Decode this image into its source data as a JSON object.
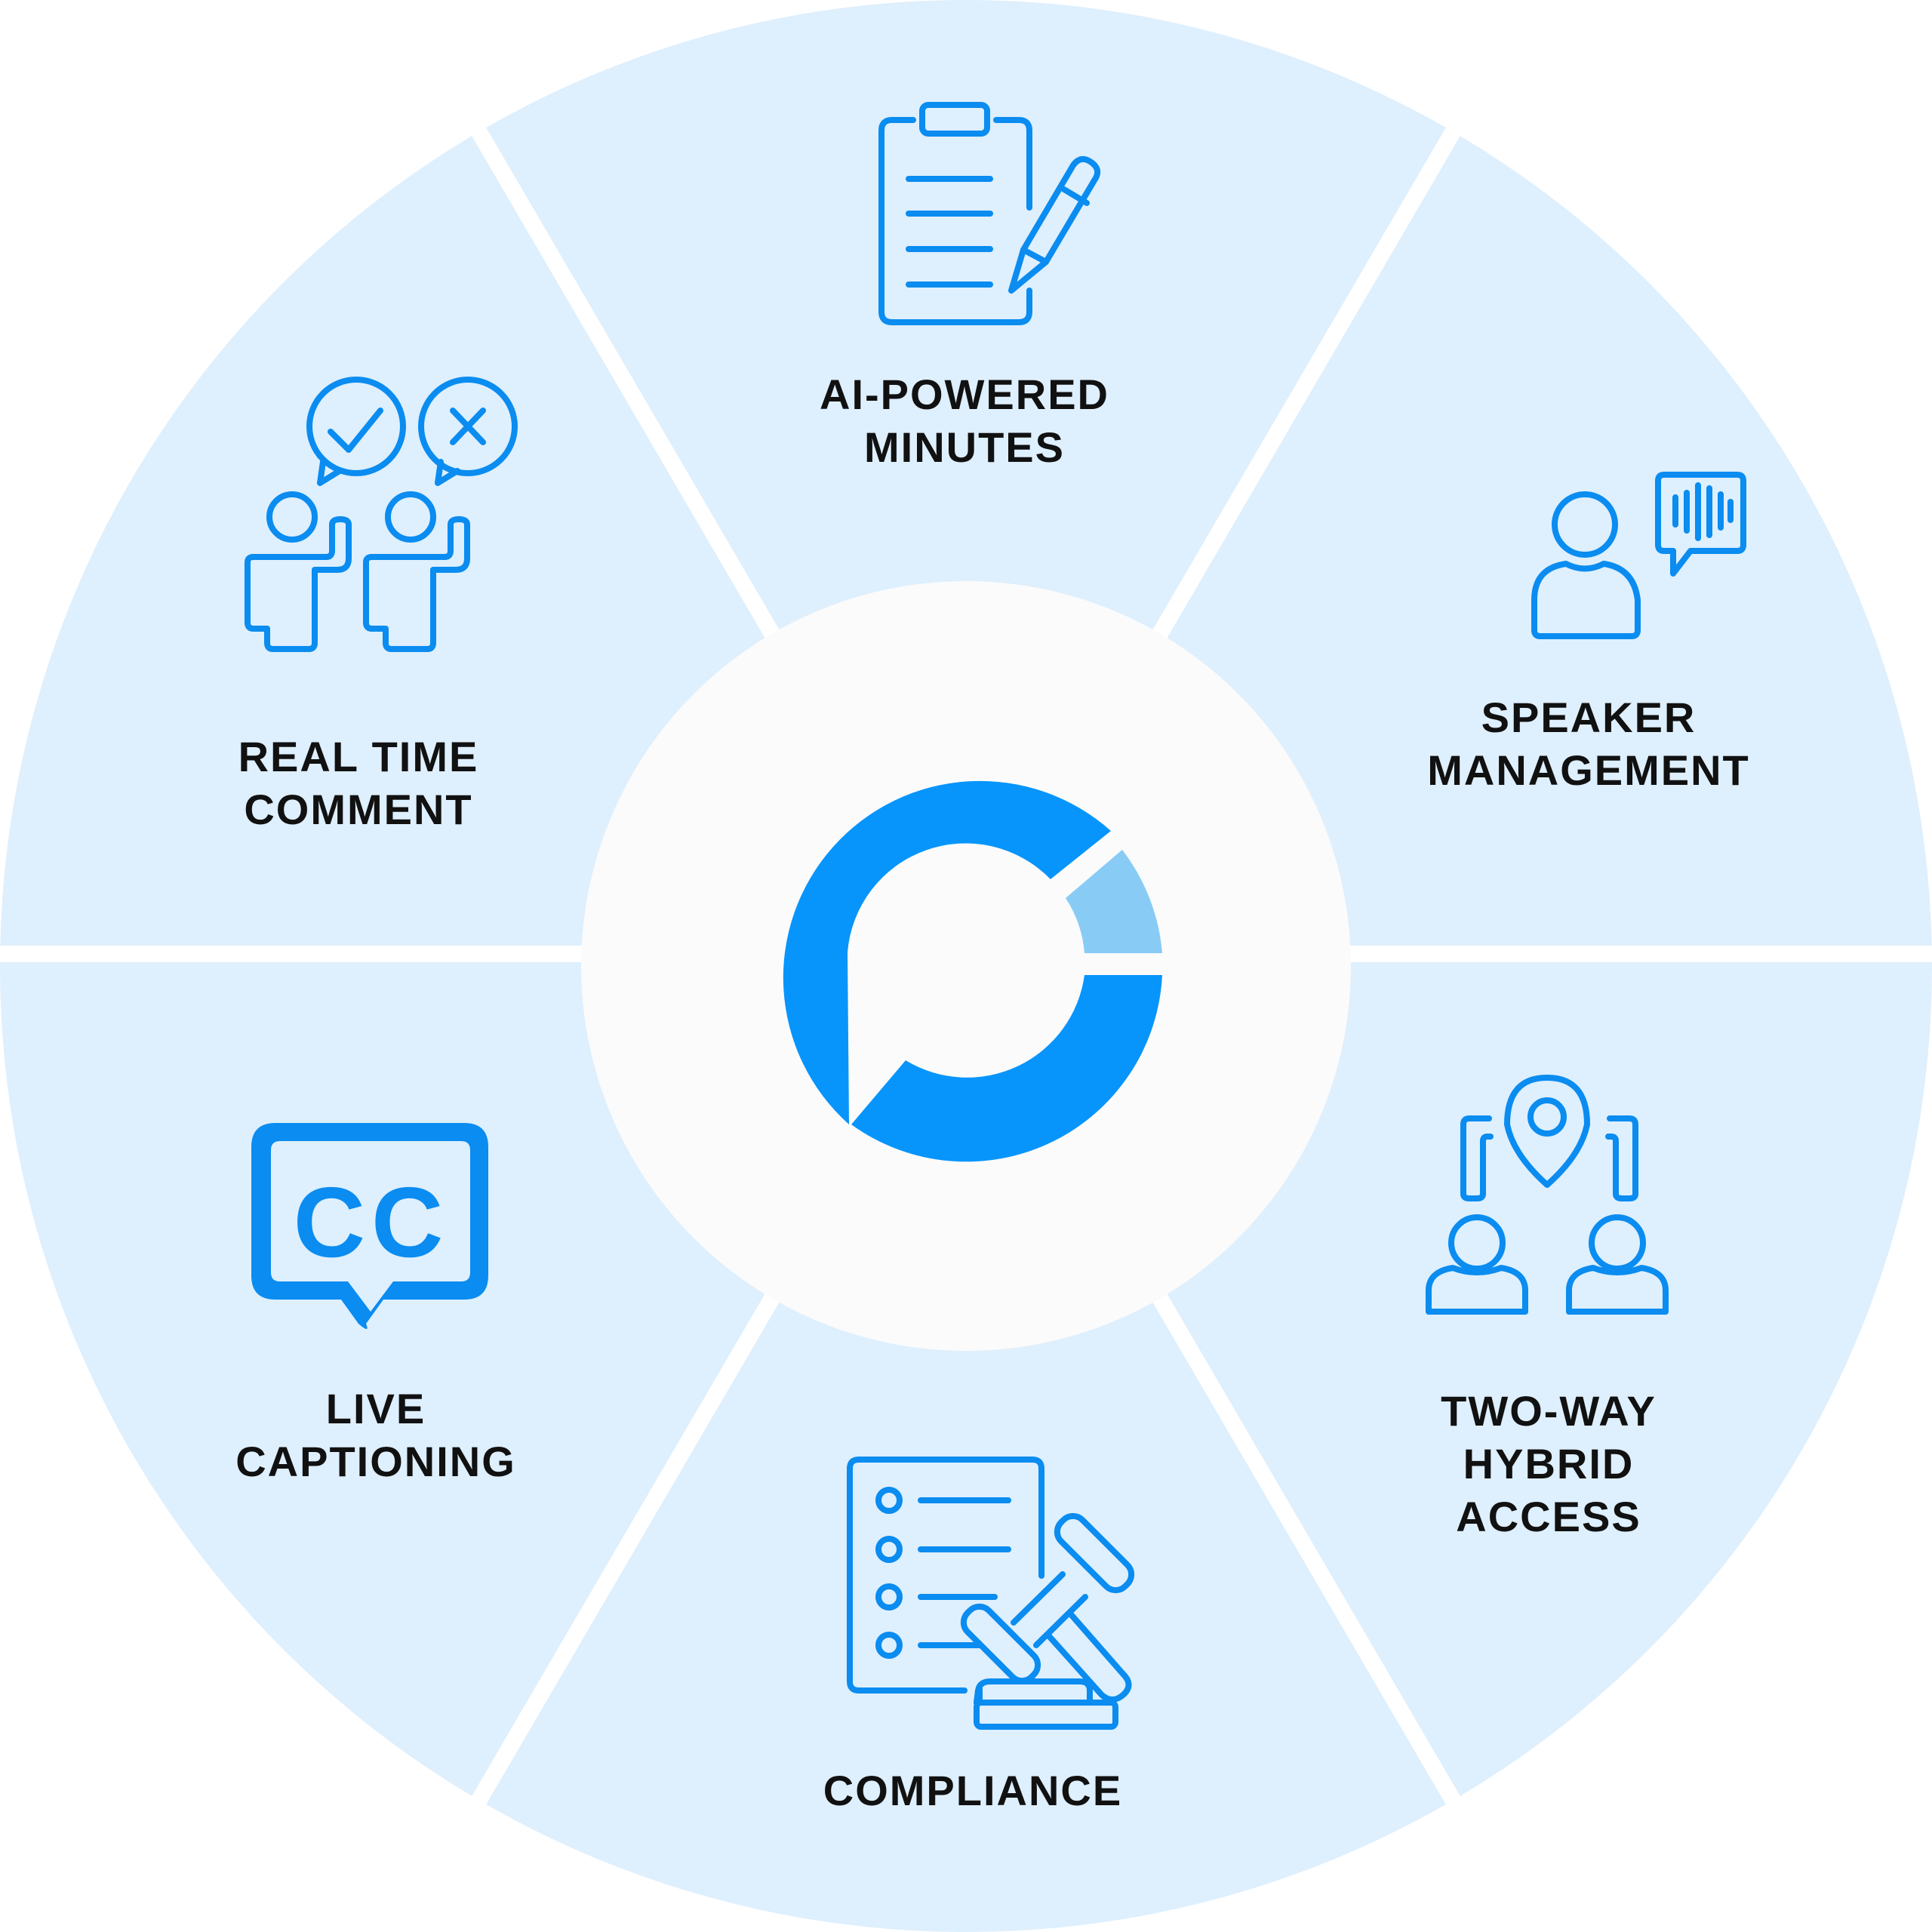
{
  "colors": {
    "segment": "#deeffd",
    "divider": "#ffffff",
    "center": "#fbfbfb",
    "accent": "#0a8cf0",
    "logo_primary": "#0795fc",
    "logo_secondary": "#88ccf6",
    "text": "#111111"
  },
  "center_logo": {
    "icon": "ring-logo-icon"
  },
  "segments": [
    {
      "id": "ai-powered-minutes",
      "icon": "clipboard-pencil-icon",
      "lines": [
        "AI-POWERED",
        "MINUTES"
      ]
    },
    {
      "id": "speaker-management",
      "icon": "speaker-soundwave-icon",
      "lines": [
        "SPEAKER",
        "MANAGEMENT"
      ]
    },
    {
      "id": "two-way-hybrid-access",
      "icon": "location-people-icon",
      "lines": [
        "TWO-WAY",
        "HYBRID",
        "ACCESS"
      ]
    },
    {
      "id": "compliance",
      "icon": "checklist-gavel-icon",
      "lines": [
        "COMPLIANCE"
      ]
    },
    {
      "id": "live-captioning",
      "icon": "closed-caption-icon",
      "lines": [
        "LIVE",
        "CAPTIONING"
      ]
    },
    {
      "id": "real-time-comment",
      "icon": "voting-people-icon",
      "lines": [
        "REAL TIME",
        "COMMENT"
      ]
    }
  ],
  "captions": {
    "cc_text": "CC"
  }
}
